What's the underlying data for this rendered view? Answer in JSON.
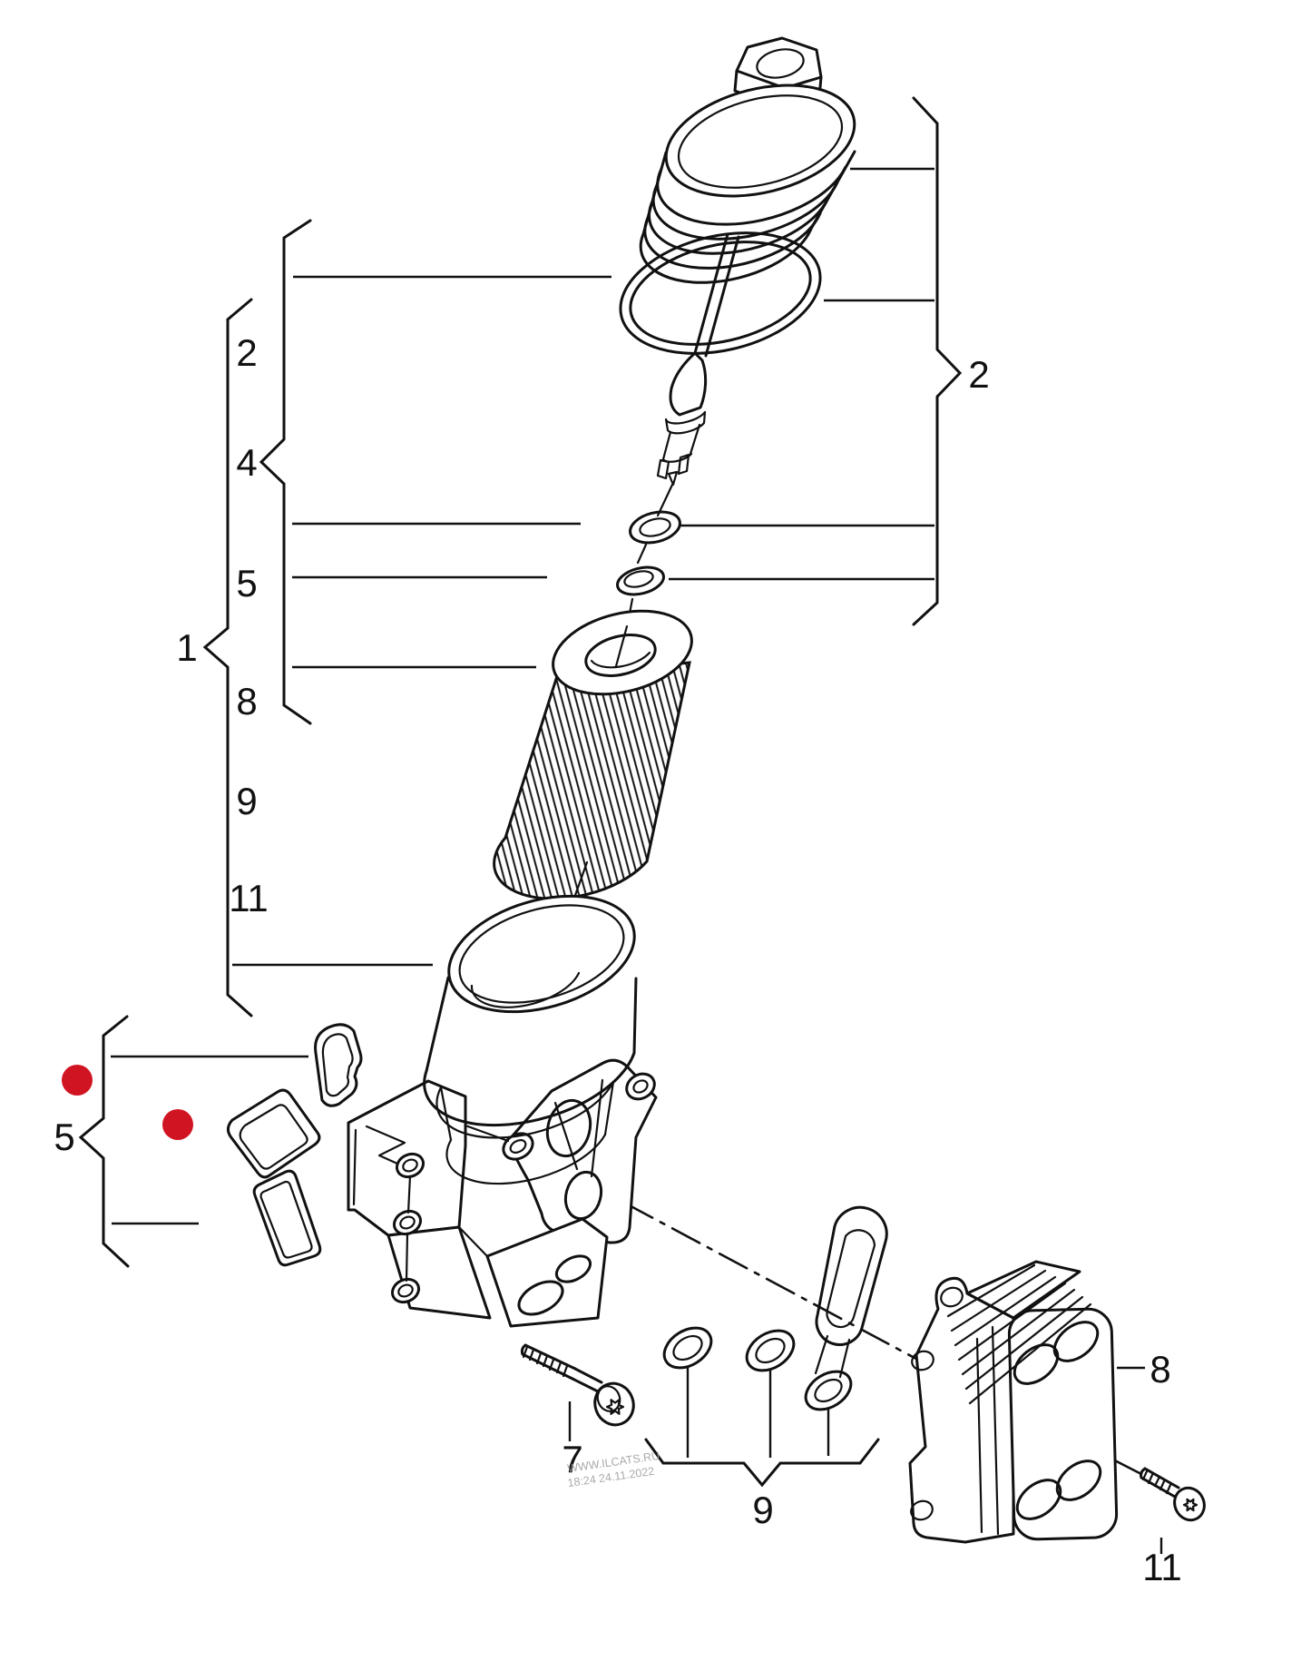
{
  "diagram": {
    "background": "#ffffff",
    "ink_color": "#111111",
    "highlight_color": "#d11422",
    "callouts": {
      "assembly": "1",
      "column_2": "2",
      "column_4": "4",
      "column_5": "5",
      "column_8": "8",
      "column_9": "9",
      "column_11": "11",
      "cover_group_right": "2",
      "seals_group_left": "5",
      "bolt": "7",
      "seal_rings_bottom": "9",
      "oil_cooler": "8",
      "cooler_screw": "11"
    },
    "watermark": {
      "line1": "WWW.ILCATS.RU",
      "line2": "18:24 24.11.2022"
    }
  }
}
